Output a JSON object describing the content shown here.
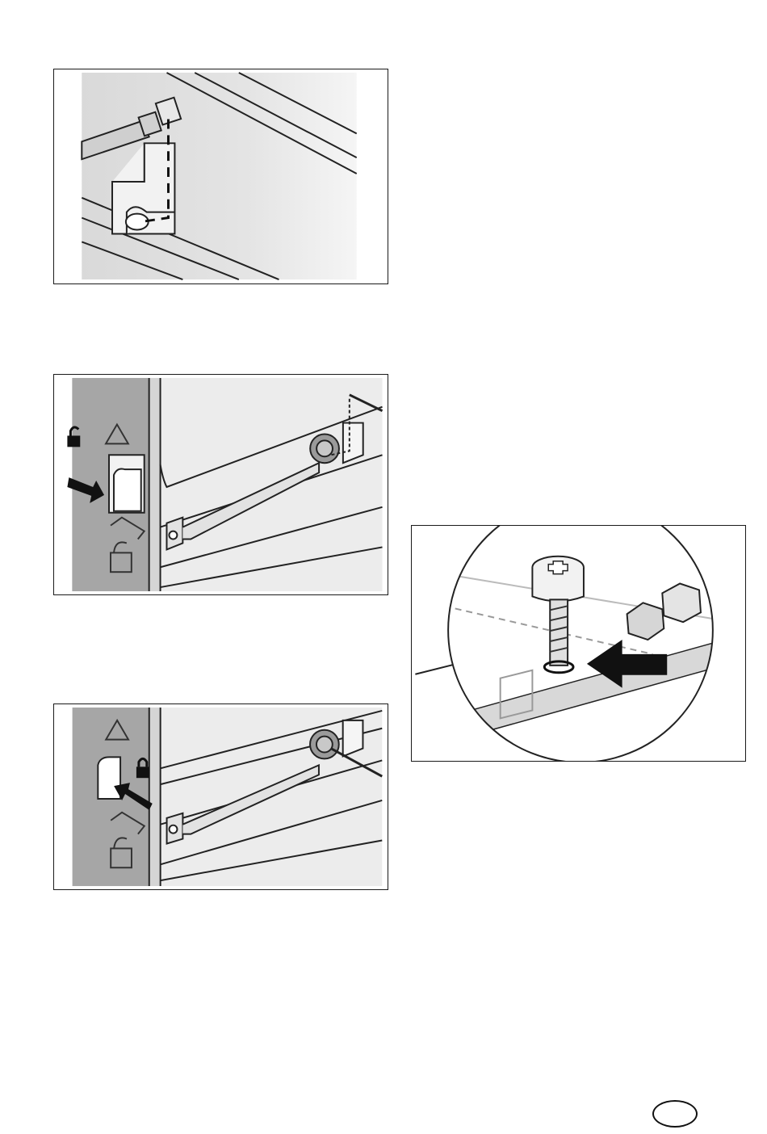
{
  "page": {
    "figures": [
      {
        "id": "fig1",
        "icon": "bracket-screw-illustration"
      },
      {
        "id": "fig2",
        "icon": "oven-latch-unlock-illustration"
      },
      {
        "id": "fig3",
        "icon": "oven-latch-lock-illustration"
      },
      {
        "id": "fig4",
        "icon": "screw-detail-magnified-illustration"
      }
    ],
    "page_badge": ""
  }
}
